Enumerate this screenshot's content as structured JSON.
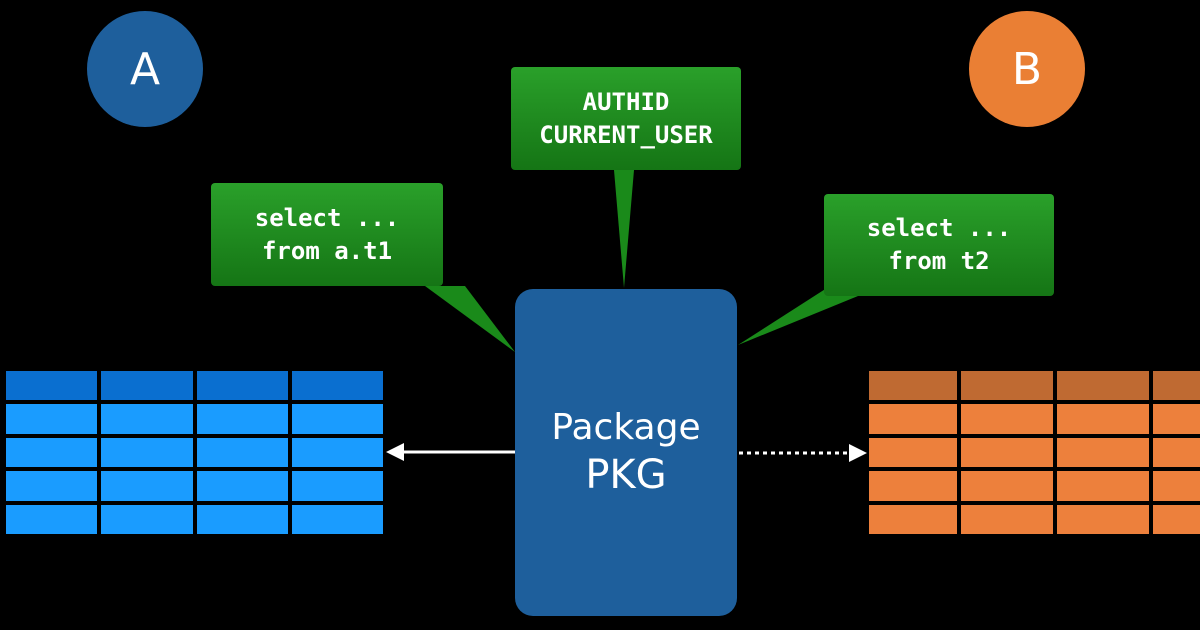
{
  "schema_a": {
    "label": "A",
    "color": "#1e5f9c"
  },
  "schema_b": {
    "label": "B",
    "color": "#ea7f34"
  },
  "package": {
    "line1": "Package",
    "line2": "PKG"
  },
  "callouts": {
    "left": {
      "line1": "select ...",
      "line2": "from a.t1"
    },
    "top": {
      "line1": "AUTHID",
      "line2": "CURRENT_USER"
    },
    "right": {
      "line1": "select ...",
      "line2": "from t2"
    }
  },
  "arrows": {
    "to_a": "solid",
    "to_b": "dotted"
  },
  "tables": {
    "a": {
      "rows": 5,
      "cols": 4,
      "header_color": "#0a6fd0",
      "row_color": "#1a9cff"
    },
    "b": {
      "rows": 5,
      "cols": 4,
      "header_color": "#bf6a32",
      "row_color": "#ed803c"
    }
  }
}
